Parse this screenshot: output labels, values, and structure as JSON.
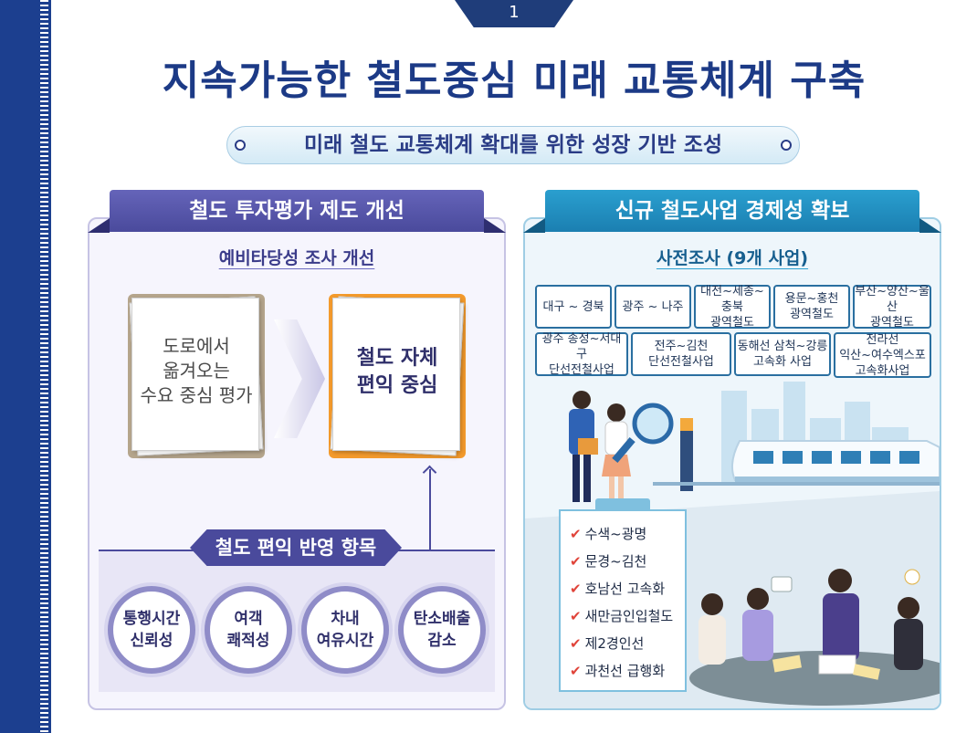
{
  "page_number": "1",
  "title": "지속가능한 철도중심 미래 교통체계 구축",
  "subtitle": "미래 철도 교통체계 확대를 위한 성장 기반 조성",
  "left": {
    "header": "철도 투자평가 제도 개선",
    "sub": "예비타당성 조사 개선",
    "doc_before": [
      "도로에서",
      "옮겨오는",
      "수요 중심 평가"
    ],
    "doc_after": [
      "철도 자체",
      "편익 중심"
    ],
    "items_label": "철도 편익 반영 항목",
    "items": [
      [
        "통행시간",
        "신뢰성"
      ],
      [
        "여객",
        "쾌적성"
      ],
      [
        "차내",
        "여유시간"
      ],
      [
        "탄소배출",
        "감소"
      ]
    ]
  },
  "right": {
    "header": "신규 철도사업 경제성 확보",
    "sub": "사전조사 (9개 사업)",
    "projects_row1": [
      [
        "대구 ~ 경북"
      ],
      [
        "광주 ~ 나주"
      ],
      [
        "대전~세종~충북",
        "광역철도"
      ],
      [
        "용문~홍천",
        "광역철도"
      ],
      [
        "부산~양산~울산",
        "광역철도"
      ]
    ],
    "projects_row2": [
      [
        "광주 송정~서대구",
        "단선전철사업"
      ],
      [
        "전주~김천",
        "단선전철사업"
      ],
      [
        "동해선 삼척~강릉",
        "고속화 사업"
      ],
      [
        "전라선",
        "익산~여수엑스포",
        "고속화사업"
      ]
    ],
    "checklist": [
      "수색~광명",
      "문경~김천",
      "호남선 고속화",
      "새만금인입철도",
      "제2경인선",
      "과천선 급행화"
    ]
  },
  "colors": {
    "navy": "#1c3a86",
    "purple": "#4a4a9c",
    "blue": "#1b7fb1",
    "orange": "#f39a2c",
    "check": "#e0443a"
  }
}
